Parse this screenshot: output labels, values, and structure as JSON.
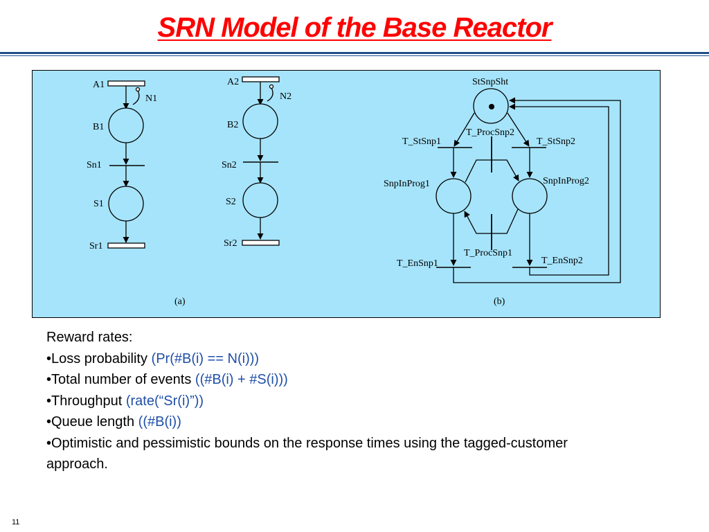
{
  "slide": {
    "title": "SRN Model of the Base Reactor",
    "page_number": "11"
  },
  "diagram": {
    "panel_a": {
      "caption": "(a)",
      "net1": {
        "place_a": "A1",
        "inhibitor": "N1",
        "place_b": "B1",
        "trans_sn": "Sn1",
        "place_s": "S1",
        "trans_sr": "Sr1"
      },
      "net2": {
        "place_a": "A2",
        "inhibitor": "N2",
        "place_b": "B2",
        "trans_sn": "Sn2",
        "place_s": "S2",
        "trans_sr": "Sr2"
      }
    },
    "panel_b": {
      "caption": "(b)",
      "place_top": "StSnpSht",
      "trans_start1": "T_StSnp1",
      "trans_start2": "T_StSnp2",
      "trans_proc2": "T_ProcSnp2",
      "trans_proc1": "T_ProcSnp1",
      "place_prog1": "SnpInProg1",
      "place_prog2": "SnpInProg2",
      "trans_end1": "T_EnSnp1",
      "trans_end2": "T_EnSnp2"
    },
    "colors": {
      "background": "#a6e4fb"
    }
  },
  "rewards": {
    "heading": "Reward rates:",
    "items": [
      {
        "text": "•Loss probability ",
        "expr": "(Pr(#B(i) == N(i)))"
      },
      {
        "text": "•Total number of events ",
        "expr": "((#B(i) + #S(i)))"
      },
      {
        "text": "•Throughput ",
        "expr": "(rate(“Sr(i)”))"
      },
      {
        "text": "•Queue length ",
        "expr": "((#B(i))"
      },
      {
        "text": "•Optimistic and pessimistic bounds on the response times using the tagged-customer approach.",
        "expr": ""
      }
    ]
  },
  "colors": {
    "title": "#ff0000",
    "rule": "#1f4e8c",
    "expression": "#1f4fa8"
  }
}
